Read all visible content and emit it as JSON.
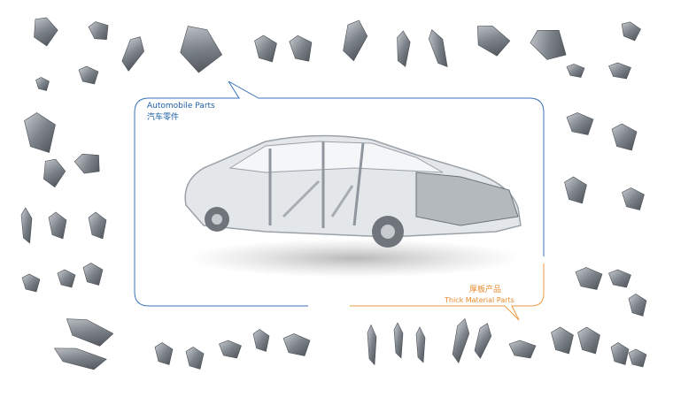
{
  "callouts": {
    "automobile": {
      "title_en": "Automobile Parts",
      "title_zh": "汽车零件",
      "color": "#1f5fa8"
    },
    "thick": {
      "title_zh": "厚板产品",
      "title_en": "Thick Material Parts",
      "color": "#e98a2c"
    }
  },
  "part_color": "#8e9399"
}
